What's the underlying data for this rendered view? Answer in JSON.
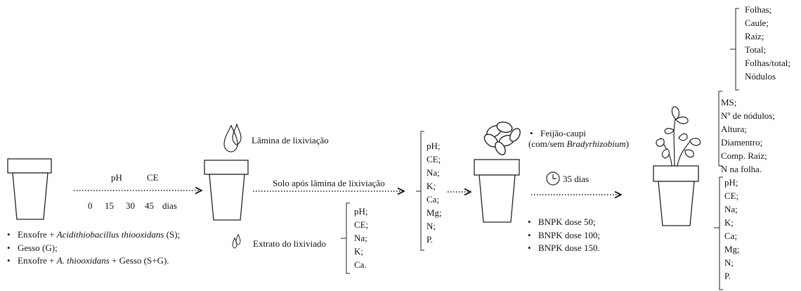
{
  "treatments": {
    "items": [
      {
        "pre": "Enxofre + ",
        "ital": "Acidithiobacillus thiooxidans",
        "post": "  (S);"
      },
      {
        "pre": "Gesso (G);",
        "ital": "",
        "post": ""
      },
      {
        "pre": "Enxofre + ",
        "ital": "A. thiooxidans",
        "post": " + Gesso (S+G)."
      }
    ]
  },
  "incubation": {
    "ph_label": "pH",
    "ce_label": "CE",
    "days": [
      "0",
      "15",
      "30",
      "45"
    ],
    "days_unit": "dias"
  },
  "leaching": {
    "lamina_label": "Lâmina de lixiviação",
    "solo_label": "Solo após lâmina de lixiviação",
    "extrato_label": "Extrato do lixiviado",
    "extrato_params": [
      "pH;",
      "CE;",
      "Na;",
      "K;",
      "Ca."
    ],
    "solo_params": [
      "pH;",
      "CE;",
      "Na;",
      "K;",
      "Ca;",
      "Mg;",
      "N;",
      "P."
    ]
  },
  "crop": {
    "plant_name": "Feijão-caupi",
    "inoculation_pre": "(com/sem ",
    "inoculation_ital": "Bradyrhizobium",
    "inoculation_post": ")",
    "doses": [
      "BNPK dose 50;",
      "BNPK dose 100;",
      "BNPK dose 150."
    ],
    "duration": "35 dias"
  },
  "final": {
    "ms_sub": [
      "Folhas;",
      "Caule;",
      "Raiz;",
      "Total;",
      "Folhas/total;",
      "Nódulos"
    ],
    "plant_vars": [
      "MS;",
      "Nº de nódulos;",
      "Altura;",
      "Diamentro;",
      "Comp. Raiz;",
      "N na folha."
    ],
    "soil_params": [
      "pH;",
      "CE;",
      "Na;",
      "K;",
      "Ca;",
      "Mg;",
      "N;",
      "P."
    ]
  }
}
